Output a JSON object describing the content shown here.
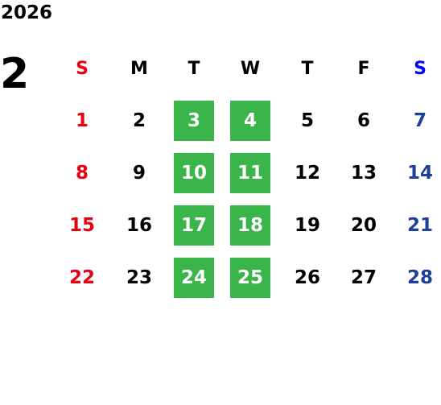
{
  "year": "2026",
  "month": "2",
  "weekdays": [
    "S",
    "M",
    "T",
    "W",
    "T",
    "F",
    "S"
  ],
  "weeks": [
    [
      "1",
      "2",
      "3",
      "4",
      "5",
      "6",
      "7"
    ],
    [
      "8",
      "9",
      "10",
      "11",
      "12",
      "13",
      "14"
    ],
    [
      "15",
      "16",
      "17",
      "18",
      "19",
      "20",
      "21"
    ],
    [
      "22",
      "23",
      "24",
      "25",
      "26",
      "27",
      "28"
    ]
  ],
  "colors": {
    "sunday": "#e60012",
    "saturday_header": "#0000ff",
    "saturday": "#1d3f9a",
    "highlight": "#39b54a",
    "text": "#000000"
  },
  "highlighted_weekday_columns": [
    "T",
    "W"
  ]
}
